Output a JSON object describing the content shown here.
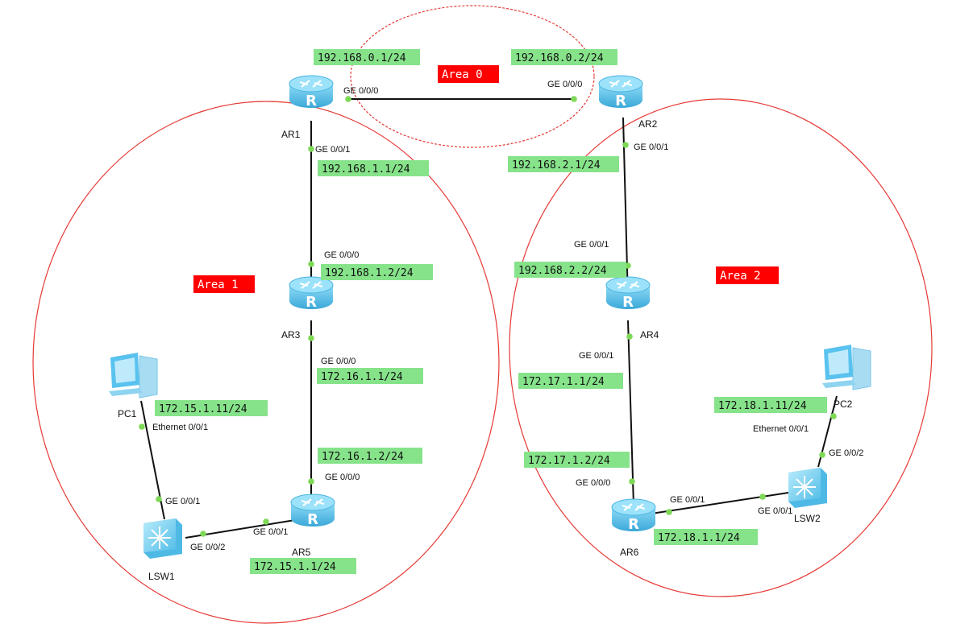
{
  "colors": {
    "area_border": "#e53935",
    "area_label_bg": "#ff0000",
    "area_label_text": "#ffffff",
    "ip_label_bg": "#86e38a",
    "link": "#111111",
    "port_dot": "#7ed957",
    "router_body": "#5ec3ea",
    "switch_body": "#7fd3f2",
    "pc_body": "#59c2ee"
  },
  "areas": [
    {
      "label": "Area 0",
      "style": "dashed"
    },
    {
      "label": "Area 1",
      "style": "solid"
    },
    {
      "label": "Area 2",
      "style": "solid"
    }
  ],
  "devices": [
    {
      "id": "AR1",
      "label": "AR1",
      "type": "router",
      "icon": "router-icon"
    },
    {
      "id": "AR2",
      "label": "AR2",
      "type": "router",
      "icon": "router-icon"
    },
    {
      "id": "AR3",
      "label": "AR3",
      "type": "router",
      "icon": "router-icon"
    },
    {
      "id": "AR4",
      "label": "AR4",
      "type": "router",
      "icon": "router-icon"
    },
    {
      "id": "AR5",
      "label": "AR5",
      "type": "router",
      "icon": "router-icon"
    },
    {
      "id": "AR6",
      "label": "AR6",
      "type": "router",
      "icon": "router-icon"
    },
    {
      "id": "LSW1",
      "label": "LSW1",
      "type": "switch",
      "icon": "switch-icon"
    },
    {
      "id": "LSW2",
      "label": "LSW2",
      "type": "switch",
      "icon": "switch-icon"
    },
    {
      "id": "PC1",
      "label": "PC1",
      "type": "pc",
      "icon": "pc-icon"
    },
    {
      "id": "PC2",
      "label": "PC2",
      "type": "pc",
      "icon": "pc-icon"
    }
  ],
  "links": [
    {
      "from": "AR1",
      "to": "AR2"
    },
    {
      "from": "AR1",
      "to": "AR3"
    },
    {
      "from": "AR2",
      "to": "AR4"
    },
    {
      "from": "AR3",
      "to": "AR5"
    },
    {
      "from": "AR5",
      "to": "LSW1"
    },
    {
      "from": "LSW1",
      "to": "PC1"
    },
    {
      "from": "AR4",
      "to": "AR6"
    },
    {
      "from": "AR6",
      "to": "LSW2"
    },
    {
      "from": "LSW2",
      "to": "PC2"
    }
  ],
  "ports": [
    "GE 0/0/0",
    "GE 0/0/0",
    "GE 0/0/1",
    "GE 0/0/1",
    "GE 0/0/0",
    "GE 0/0/1",
    "GE 0/0/0",
    "GE 0/0/1",
    "GE 0/0/0",
    "GE 0/0/1",
    "GE 0/0/2",
    "GE 0/0/1",
    "Ethernet 0/0/1",
    "GE 0/0/0",
    "GE 0/0/1",
    "GE 0/0/1",
    "GE 0/0/2",
    "Ethernet 0/0/1"
  ],
  "ip_labels": [
    "192.168.0.1/24",
    "192.168.0.2/24",
    "192.168.1.1/24",
    "192.168.2.1/24",
    "192.168.1.2/24",
    "192.168.2.2/24",
    "172.16.1.1/24",
    "172.17.1.1/24",
    "172.15.1.11/24",
    "172.18.1.11/24",
    "172.16.1.2/24",
    "172.17.1.2/24",
    "172.15.1.1/24",
    "172.18.1.1/24"
  ]
}
